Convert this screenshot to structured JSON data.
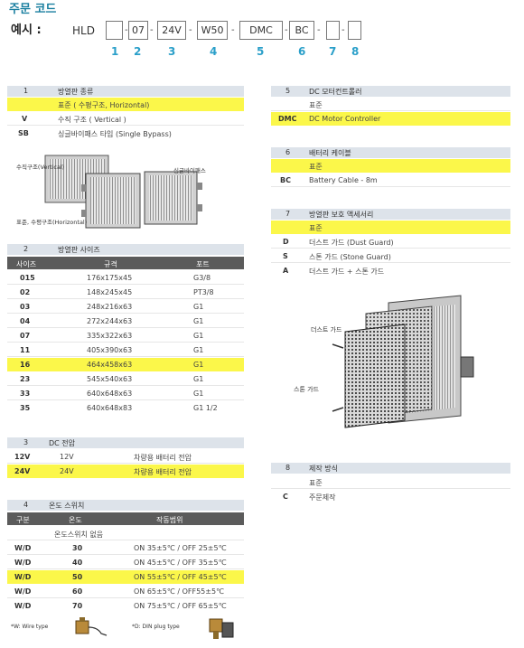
{
  "header": {
    "title": "주문 코드",
    "example_label": "예시 :",
    "example_prefix": "HLD",
    "code_boxes": [
      "",
      "07",
      "24V",
      "W50",
      "DMC",
      "BC",
      "",
      ""
    ],
    "position_numbers": [
      "1",
      "2",
      "3",
      "4",
      "5",
      "6",
      "7",
      "8"
    ]
  },
  "sec1": {
    "num": "1",
    "title": "방열판 종류",
    "rows": [
      {
        "code": "",
        "desc": "표준 ( 수평구조, Horizontal)",
        "highlight": true
      },
      {
        "code": "V",
        "desc": "수직 구조 ( Vertical )",
        "highlight": false
      },
      {
        "code": "SB",
        "desc": "싱글바이패스 타입 (Single Bypass)",
        "highlight": false
      }
    ],
    "captions": {
      "vertical": "수직구조(Vertical)",
      "bypass": "싱글바이패스",
      "horizontal": "표준, 수평구조(Horizontal)"
    }
  },
  "sec2": {
    "num": "2",
    "title": "방열판 사이즈",
    "columns": [
      "사이즈",
      "규격",
      "포트"
    ],
    "rows": [
      {
        "size": "015",
        "spec": "176x175x45",
        "port": "G3/8",
        "highlight": false
      },
      {
        "size": "02",
        "spec": "148x245x45",
        "port": "PT3/8",
        "highlight": false
      },
      {
        "size": "03",
        "spec": "248x216x63",
        "port": "G1",
        "highlight": false
      },
      {
        "size": "04",
        "spec": "272x244x63",
        "port": "G1",
        "highlight": false
      },
      {
        "size": "07",
        "spec": "335x322x63",
        "port": "G1",
        "highlight": false
      },
      {
        "size": "11",
        "spec": "405x390x63",
        "port": "G1",
        "highlight": false
      },
      {
        "size": "16",
        "spec": "464x458x63",
        "port": "G1",
        "highlight": true
      },
      {
        "size": "23",
        "spec": "545x540x63",
        "port": "G1",
        "highlight": false
      },
      {
        "size": "33",
        "spec": "640x648x63",
        "port": "G1",
        "highlight": false
      },
      {
        "size": "35",
        "spec": "640x648x83",
        "port": "G1 1/2",
        "highlight": false
      }
    ]
  },
  "sec3": {
    "num": "3",
    "title": "DC 전압",
    "rows": [
      {
        "code": "12V",
        "volt": "12V",
        "desc": "차량용 배터리 전압",
        "highlight": false
      },
      {
        "code": "24V",
        "volt": "24V",
        "desc": "차량용 배터리 전압",
        "highlight": true
      }
    ]
  },
  "sec4": {
    "num": "4",
    "title": "온도 스위치",
    "columns": [
      "구분",
      "온도",
      "작동범위"
    ],
    "none_label": "온도스위치 없음",
    "rows": [
      {
        "type": "W/D",
        "temp": "30",
        "range": "ON 35±5℃ / OFF 25±5℃",
        "highlight": false
      },
      {
        "type": "W/D",
        "temp": "40",
        "range": "ON 45±5℃  / OFF 35±5℃",
        "highlight": false
      },
      {
        "type": "W/D",
        "temp": "50",
        "range": "ON 55±5℃ / OFF 45±5℃",
        "highlight": true
      },
      {
        "type": "W/D",
        "temp": "60",
        "range": "ON 65±5℃ / OFF55±5℃",
        "highlight": false
      },
      {
        "type": "W/D",
        "temp": "70",
        "range": "ON 75±5℃ / OFF 65±5℃",
        "highlight": false
      }
    ],
    "footnotes": {
      "wire": "*W: Wire type",
      "din": "*D: DIN plug type"
    }
  },
  "sec5": {
    "num": "5",
    "title": "DC 모터컨트롤러",
    "rows": [
      {
        "code": "",
        "desc": "표준",
        "highlight": false
      },
      {
        "code": "DMC",
        "desc": "DC Motor Controller",
        "highlight": true
      }
    ]
  },
  "sec6": {
    "num": "6",
    "title": "배터리 케이블",
    "rows": [
      {
        "code": "",
        "desc": "표준",
        "highlight": true
      },
      {
        "code": "BC",
        "desc": "Battery Cable - 8m",
        "highlight": false
      }
    ]
  },
  "sec7": {
    "num": "7",
    "title": "방열판 보호 액세서리",
    "rows": [
      {
        "code": "",
        "desc": "표준",
        "highlight": true
      },
      {
        "code": "D",
        "desc": "더스트 가드 (Dust Guard)",
        "highlight": false
      },
      {
        "code": "S",
        "desc": "스톤 가드 (Stone Guard)",
        "highlight": false
      },
      {
        "code": "A",
        "desc": "더스트 가드 + 스톤 가드",
        "highlight": false
      }
    ],
    "captions": {
      "dust": "더스트 가드",
      "stone": "스톤 가드"
    }
  },
  "sec8": {
    "num": "8",
    "title": "제작 방식",
    "rows": [
      {
        "code": "",
        "desc": "표준",
        "highlight": false
      },
      {
        "code": "C",
        "desc": "주문제작",
        "highlight": false
      }
    ]
  },
  "colors": {
    "accent": "#2a9fc9",
    "highlight": "#fbf74a",
    "section_header": "#dde3ea",
    "table_header": "#5b5b5b"
  }
}
